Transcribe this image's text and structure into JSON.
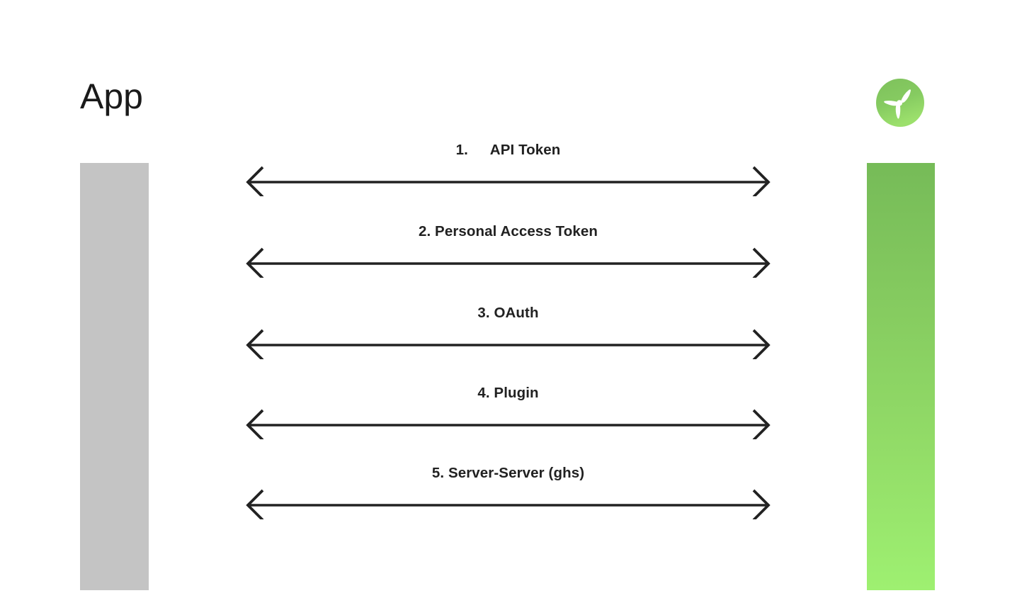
{
  "diagram": {
    "type": "sequence-diagram",
    "background_color": "#ffffff",
    "left_actor": {
      "title": "App",
      "lifeline_color": "#c4c4c4"
    },
    "right_actor": {
      "logo_icon": "propeller-logo-icon",
      "logo_circle_color_top": "#7dbf5b",
      "logo_circle_color_bottom": "#9ae06a",
      "logo_blade_color": "#ffffff",
      "lifeline_gradient_top": "#76bb58",
      "lifeline_gradient_bottom": "#9ef071"
    },
    "messages": [
      {
        "number": "1.",
        "label": "1.  API Token",
        "text": "API Token",
        "direction": "bidirectional"
      },
      {
        "number": "2.",
        "label": "2. Personal Access Token",
        "text": "Personal Access Token",
        "direction": "bidirectional"
      },
      {
        "number": "3.",
        "label": "3. OAuth",
        "text": "OAuth",
        "direction": "bidirectional"
      },
      {
        "number": "4.",
        "label": "4. Plugin",
        "text": "Plugin",
        "direction": "bidirectional"
      },
      {
        "number": "5.",
        "label": "5. Server-Server (ghs)",
        "text": "Server-Server (ghs)",
        "direction": "bidirectional"
      }
    ],
    "arrow_color": "#222222",
    "label_color": "#212121"
  }
}
